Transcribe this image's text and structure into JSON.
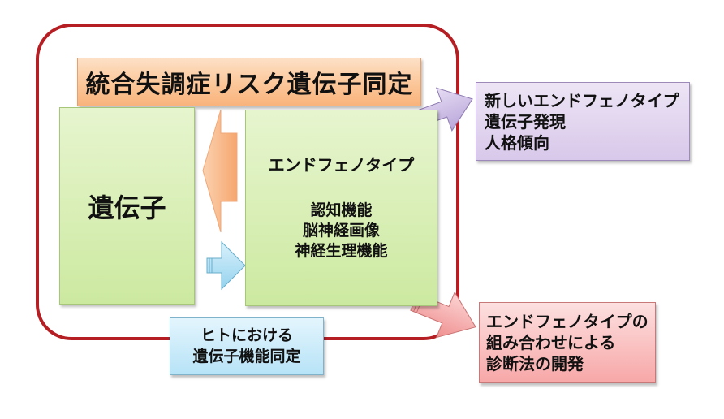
{
  "diagram": {
    "title": "統合失調症リスク遺伝子同定",
    "gene_box": {
      "label": "遺伝子"
    },
    "endophenotype_box": {
      "heading": "エンドフェノタイプ",
      "items": [
        "認知機能",
        "脳神経画像",
        "神経生理機能"
      ]
    },
    "human_gene_function_box": {
      "lines": [
        "ヒトにおける",
        "遺伝子機能同定"
      ]
    },
    "new_outputs_box": {
      "lines": [
        "新しいエンドフェノタイプ",
        "遺伝子発現",
        "人格傾向"
      ]
    },
    "diagnosis_box": {
      "lines": [
        "エンドフェノタイプの",
        "組み合わせによる",
        "診断法の開発"
      ]
    },
    "colors": {
      "frame": "#b51f24",
      "title_fill": "#fbc495",
      "green_fill": "#cce9a0",
      "purple_fill": "#d8c8ea",
      "pink_fill": "#f7a7a7",
      "blue_fill": "#b7e3f7",
      "orange_arrow": "#f9b98a",
      "blue_arrow": "#a9dcf2",
      "purple_arrow": "#c8b8e4",
      "pink_arrow": "#f4a5a5"
    },
    "arrows": [
      {
        "from": "endophenotype_box",
        "to": "gene_box",
        "icon": "arrow-left-icon"
      },
      {
        "from": "gene_box",
        "to": "endophenotype_box",
        "icon": "arrow-right-icon"
      },
      {
        "from": "endophenotype_box",
        "to": "new_outputs_box",
        "icon": "arrow-up-right-icon"
      },
      {
        "from": "endophenotype_box",
        "to": "diagnosis_box",
        "icon": "arrow-down-right-icon"
      }
    ]
  }
}
